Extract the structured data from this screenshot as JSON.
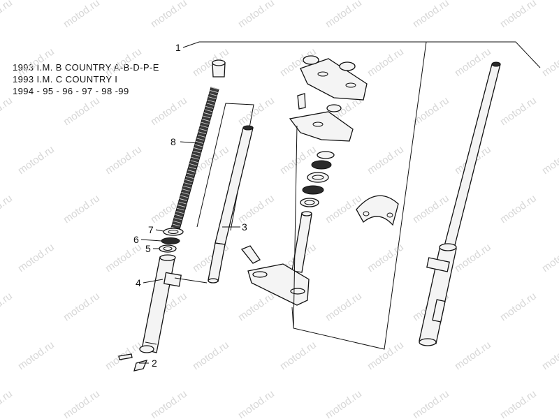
{
  "header": {
    "lines": [
      "1993 I.M. B COUNTRY A-B-D-P-E",
      "1993 I.M. C COUNTRY I",
      "1994 - 95 - 96 - 97 - 98 -99"
    ]
  },
  "watermark": "motod.ru",
  "callouts": [
    "1",
    "2",
    "3",
    "4",
    "5",
    "6",
    "7",
    "8"
  ],
  "colors": {
    "line": "#111111",
    "watermark": "#d7d7d7",
    "background": "#ffffff"
  }
}
